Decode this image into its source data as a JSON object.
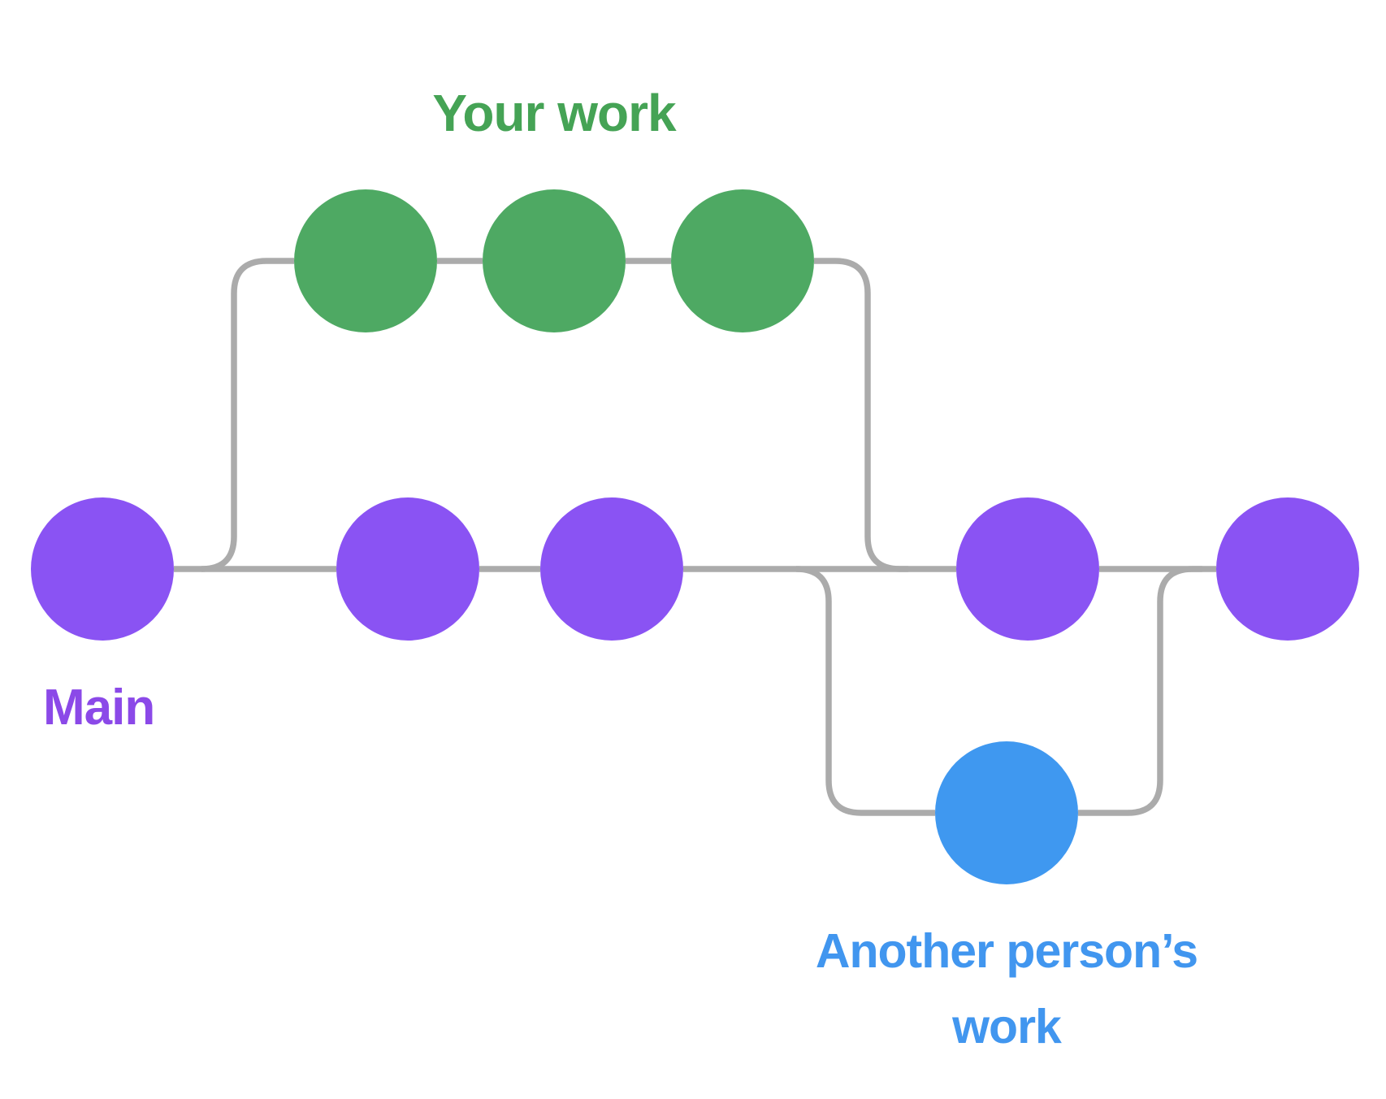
{
  "diagram": {
    "background_color": "#FFFFFF",
    "connector_color": "#ABABAB",
    "branches": [
      {
        "id": "your-work",
        "label": "Your work",
        "label_color": "#45A355",
        "node_color": "#4EA963",
        "commit_count": 3
      },
      {
        "id": "main",
        "label": "Main",
        "label_color": "#8B49E8",
        "node_color": "#8A53F3",
        "commit_count": 5
      },
      {
        "id": "another-persons-work",
        "label": "Another person’s work",
        "label_color": "#4196EF",
        "node_color": "#3F98F0",
        "commit_count": 1
      }
    ]
  }
}
